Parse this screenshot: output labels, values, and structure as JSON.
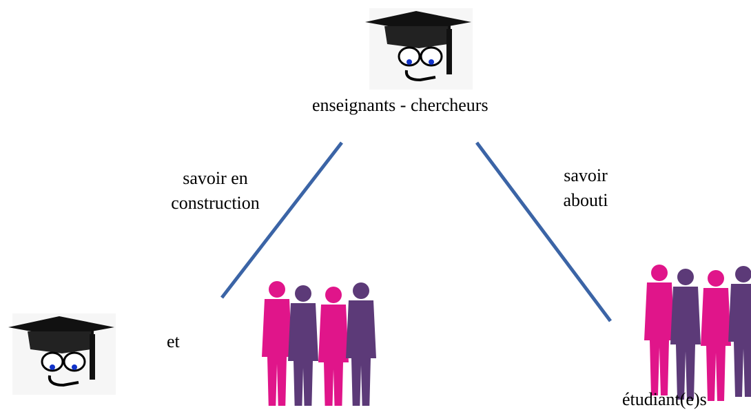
{
  "labels": {
    "teachers": "enseignants - chercheurs",
    "edge_left_line1": "savoir en",
    "edge_left_line2": "construction",
    "edge_right_line1": "savoir",
    "edge_right_line2": "abouti",
    "conjunction": "et",
    "students": "étudiant(e)s"
  },
  "colors": {
    "connector": "#3b64a6",
    "magenta_person": "#e0158a",
    "purple_person": "#5c3a78",
    "cap": "#1a1a1a",
    "eye": "#1233c9"
  },
  "icons": [
    "graduation-cap-face-icon",
    "students-group-icon"
  ]
}
